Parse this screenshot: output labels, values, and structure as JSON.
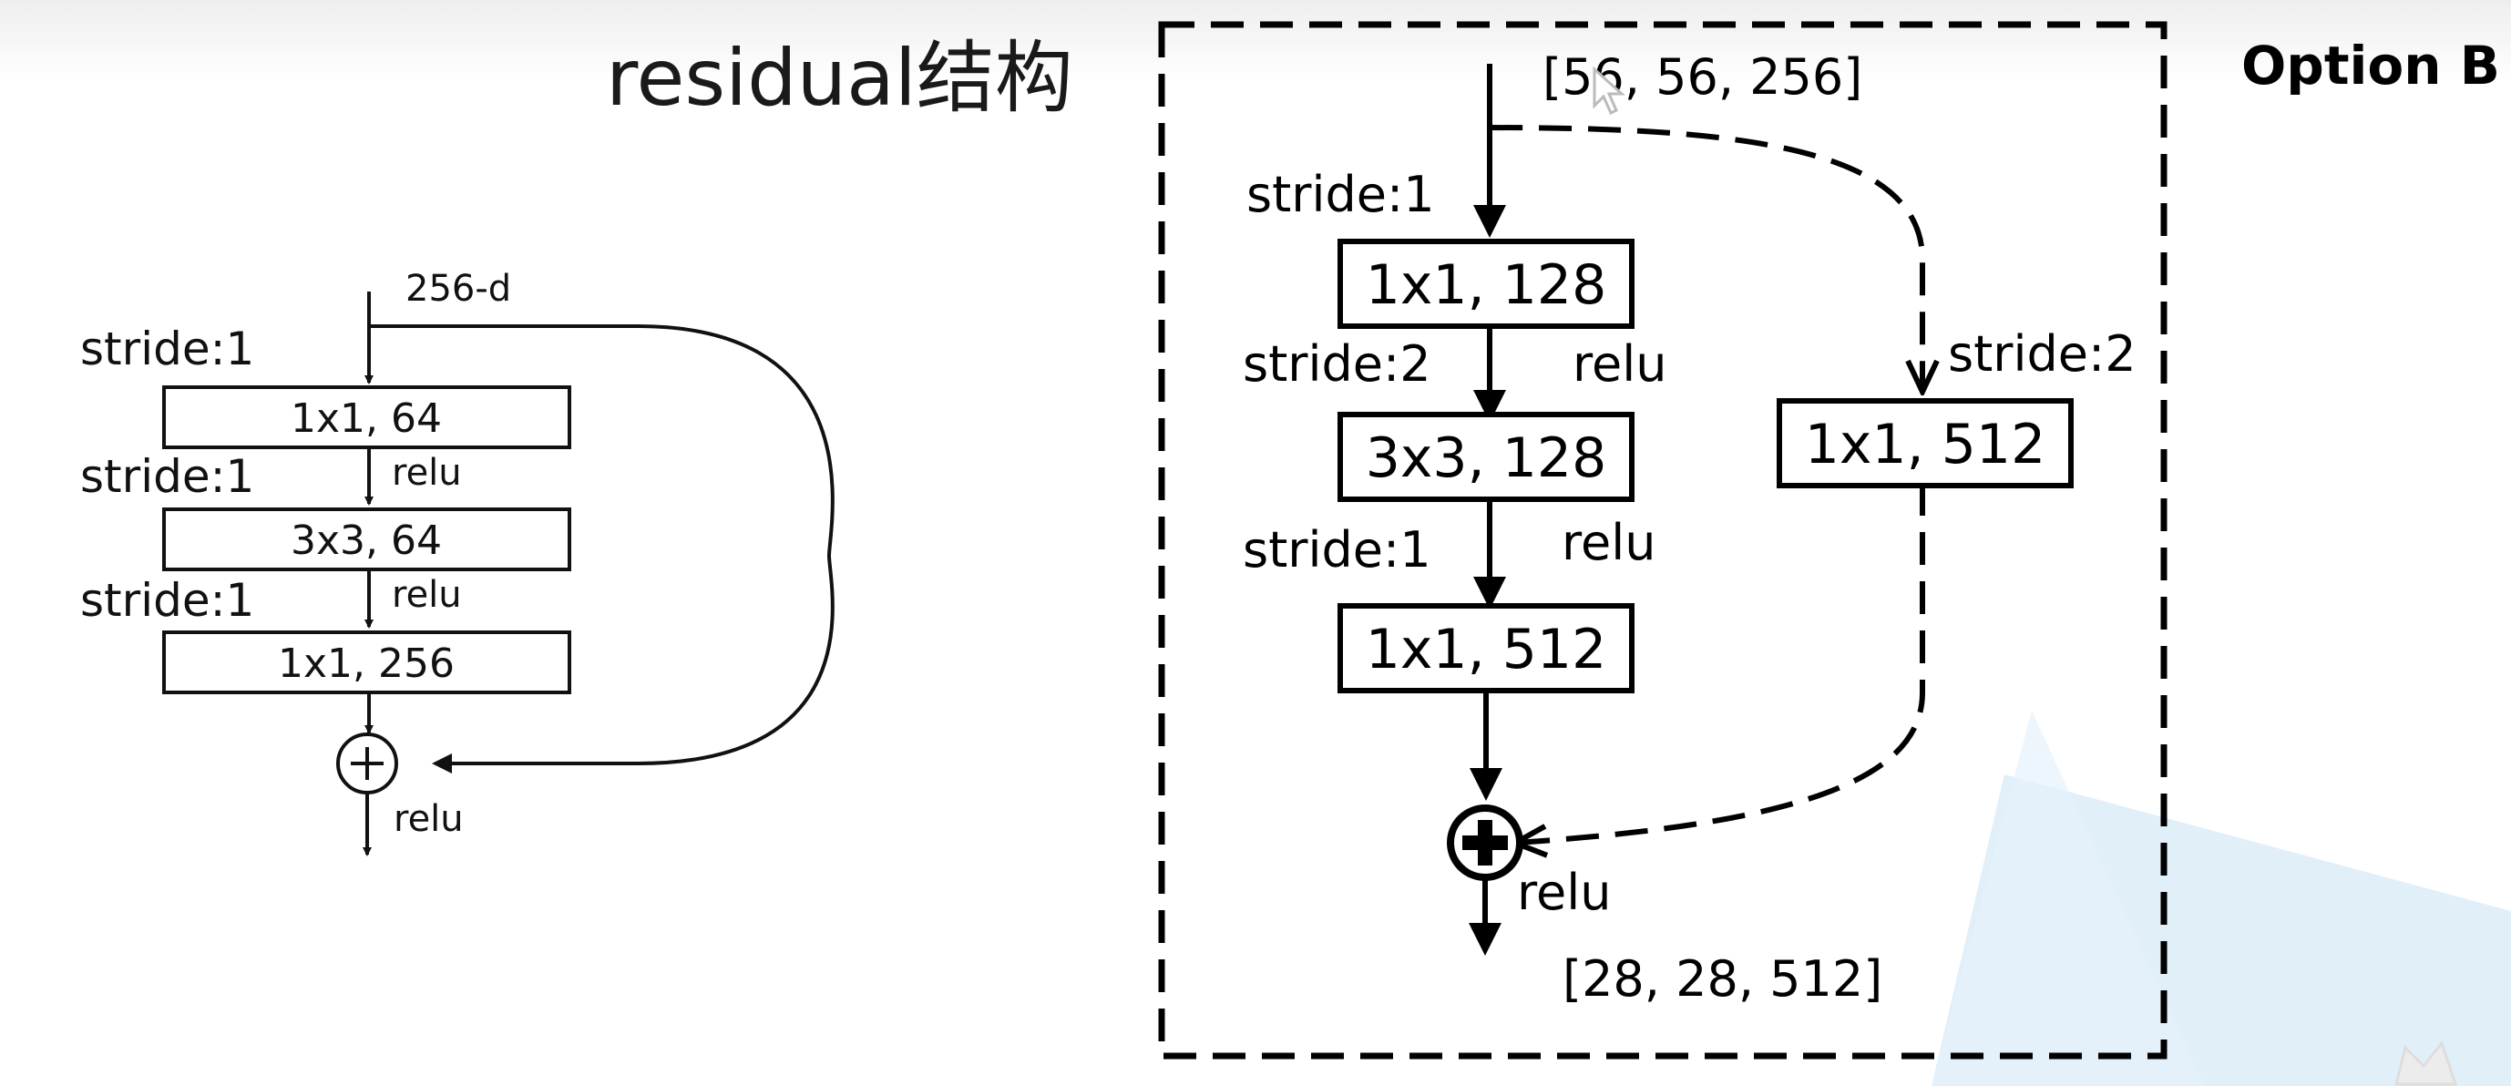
{
  "slide": {
    "title": "residual结构",
    "option_label": "Option B",
    "accent_color": "#dcecf8"
  },
  "left_block": {
    "input_dim": "256-d",
    "layers": [
      {
        "stride": "stride:1",
        "op": "1x1, 64",
        "activation": "relu"
      },
      {
        "stride": "stride:1",
        "op": "3x3, 64",
        "activation": "relu"
      },
      {
        "stride": "stride:1",
        "op": "1x1, 256",
        "activation": ""
      }
    ],
    "add_symbol": "+",
    "output_activation": "relu"
  },
  "right_block": {
    "input_shape": "[56, 56, 256]",
    "layers": [
      {
        "stride": "stride:1",
        "op": "1x1, 128",
        "activation": "relu"
      },
      {
        "stride": "stride:2",
        "op": "3x3, 128",
        "activation": "relu"
      },
      {
        "stride": "stride:1",
        "op": "1x1, 512",
        "activation": ""
      }
    ],
    "shortcut": {
      "stride": "stride:2",
      "op": "1x1, 512"
    },
    "output_activation": "relu",
    "output_shape": "[28, 28, 512]"
  }
}
